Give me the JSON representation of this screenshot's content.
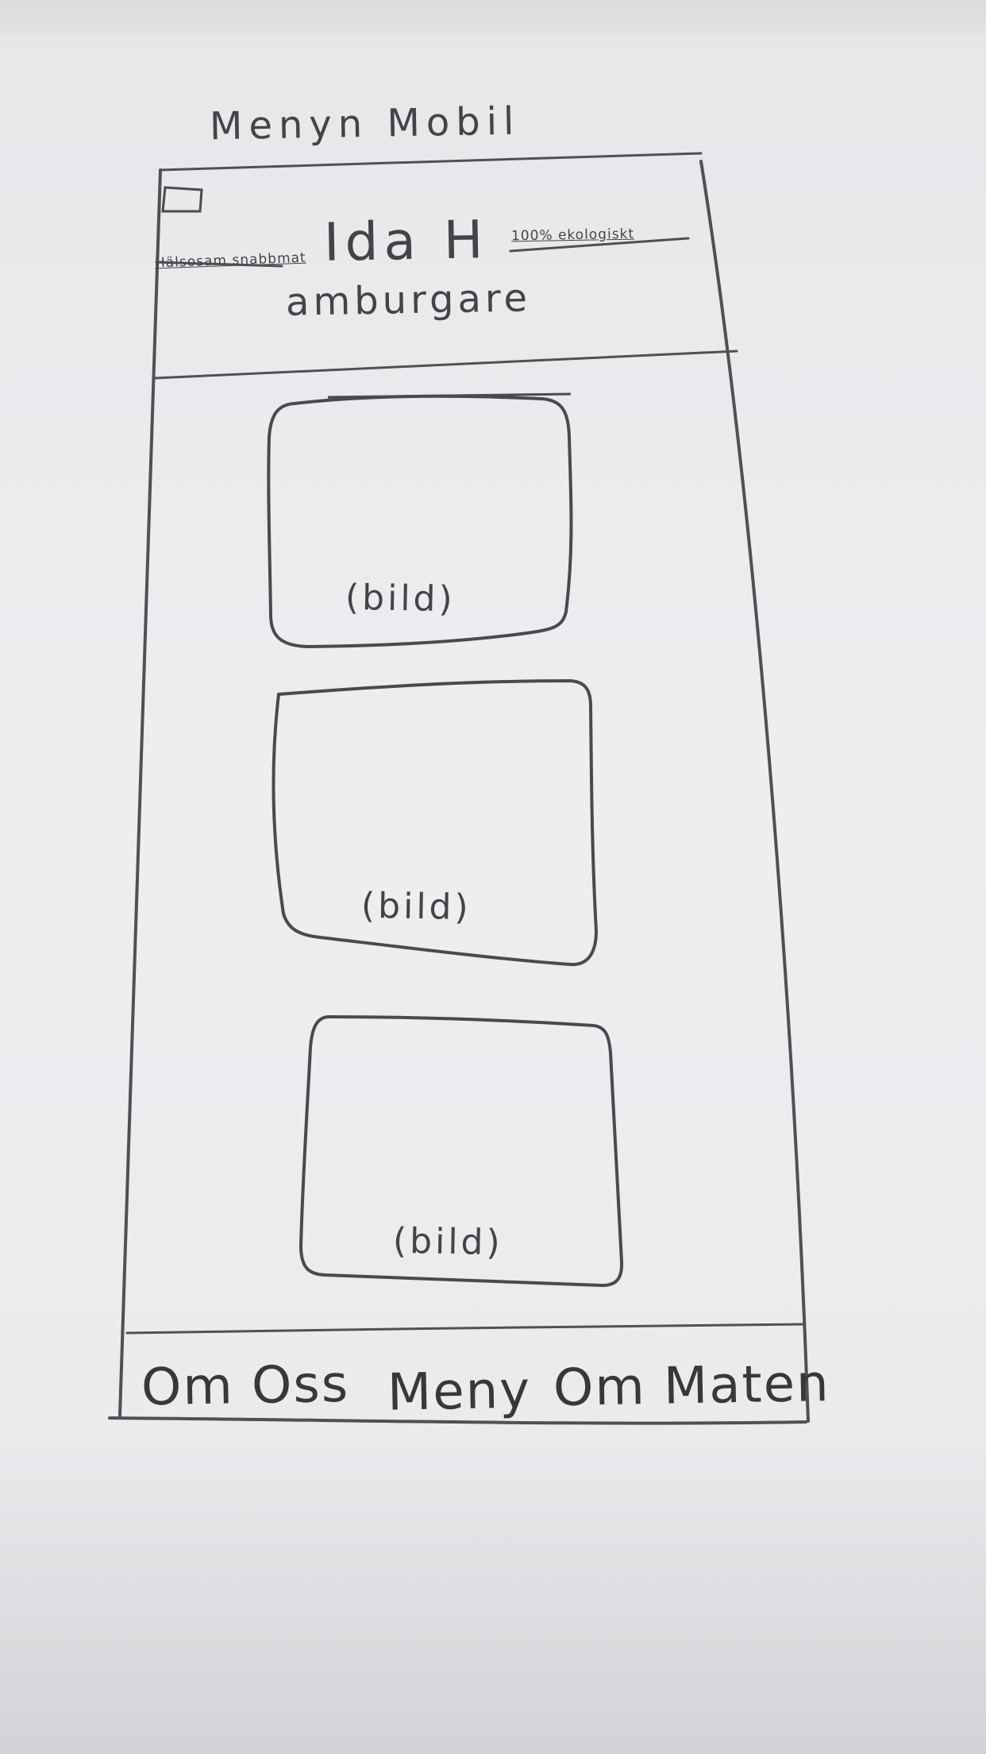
{
  "page": {
    "title": "Menyn Mobil"
  },
  "header": {
    "left_tagline": "Hälsosam snabbmat",
    "logo_line_1": "Ida H",
    "logo_line_2": "amburgare",
    "right_tagline": "100% ekologiskt"
  },
  "main": {
    "images": [
      {
        "label": "(bild)"
      },
      {
        "label": "(bild)"
      },
      {
        "label": "(bild)"
      }
    ]
  },
  "footer": {
    "items": [
      {
        "label": "Om Oss"
      },
      {
        "label": "Meny"
      },
      {
        "label": "Om Maten"
      }
    ]
  }
}
